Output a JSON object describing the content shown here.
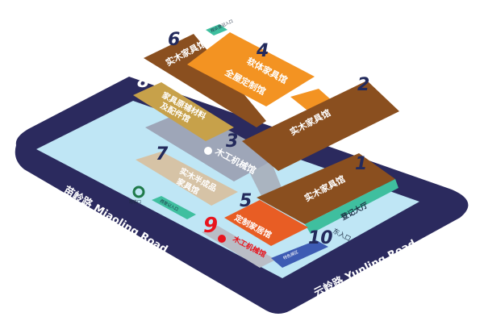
{
  "roads": {
    "west": "苗岭路 Miaoling Road",
    "south": "云岭路 Yunling Road"
  },
  "halls": [
    {
      "num": "1",
      "name": "实木家具馆"
    },
    {
      "num": "2",
      "name": "实木家具馆"
    },
    {
      "num": "3",
      "name": "木工机械馆"
    },
    {
      "num": "4",
      "name": "软体家具馆",
      "name2": "全屋定制馆"
    },
    {
      "num": "5",
      "name": "定制家居馆"
    },
    {
      "num": "6",
      "name": "实木家具馆"
    },
    {
      "num": "7",
      "name": "实木半成品",
      "name2": "家具馆"
    },
    {
      "num": "8",
      "name": "家具原辅材料",
      "name2": "及配件馆"
    },
    {
      "num": "9",
      "name": "木工机械馆"
    },
    {
      "num": "10",
      "name": "特色展区"
    }
  ],
  "points": {
    "registration_hall": "登记大厅",
    "east_entrance": "东入口",
    "metro": "地铁口",
    "west_registration": "西登记入口",
    "north_registration": "观众登记入口"
  },
  "colors": {
    "road": "#2b2a5e",
    "ground": "#bfe6f5",
    "brown": "#8a4f1f",
    "orange": "#f39322",
    "red_orange": "#e85d24",
    "teal": "#3fbf9f",
    "hall9_red": "#e8141d"
  }
}
